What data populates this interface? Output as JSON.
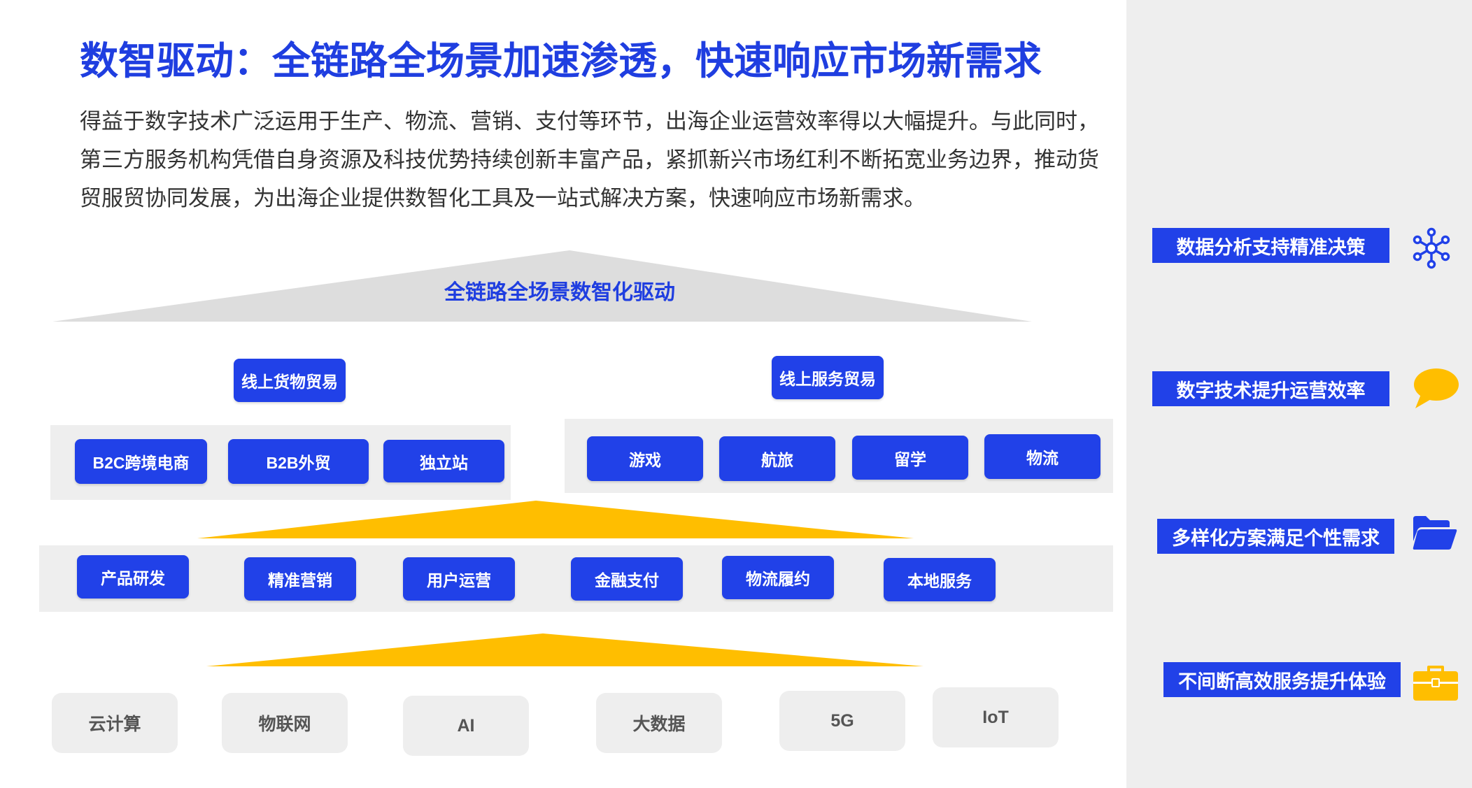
{
  "header": {
    "title": "数智驱动：全链路全场景加速渗透，快速响应市场新需求",
    "intro_lines": [
      "得益于数字技术广泛运用于生产、物流、营销、支付等环节，出海企业运营效率得以大幅提升。与此同时，",
      "第三方服务机构凭借自身资源及科技优势持续创新丰富产品，紧抓新兴市场红利不断拓宽业务边界，推动货",
      "贸服贸协同发展，为出海企业提供数智化工具及一站式解决方案，快速响应市场新需求。"
    ]
  },
  "diagram": {
    "top_title": "全链路全场景数智化驱动",
    "goods_trade": {
      "label": "线上货物贸易",
      "items": [
        "B2C跨境电商",
        "B2B外贸",
        "独立站"
      ]
    },
    "service_trade": {
      "label": "线上服务贸易",
      "items": [
        "游戏",
        "航旅",
        "留学",
        "物流"
      ]
    },
    "services": [
      "产品研发",
      "精准营销",
      "用户运营",
      "金融支付",
      "物流履约",
      "本地服务"
    ],
    "tech": [
      "云计算",
      "物联网",
      "AI",
      "大数据",
      "5G",
      "IoT"
    ]
  },
  "features": [
    {
      "label": "数据分析支持精准决策",
      "icon": "network-hub-icon"
    },
    {
      "label": "数字技术提升运营效率",
      "icon": "speech-bubble-icon"
    },
    {
      "label": "多样化方案满足个性需求",
      "icon": "folder-icon"
    },
    {
      "label": "不间断高效服务提升体验",
      "icon": "briefcase-icon"
    }
  ],
  "colors": {
    "accent_blue": "#2141e8",
    "title_blue": "#1f3ee0",
    "accent_yellow": "#ffbe00",
    "panel_gray": "#eeeeee"
  }
}
